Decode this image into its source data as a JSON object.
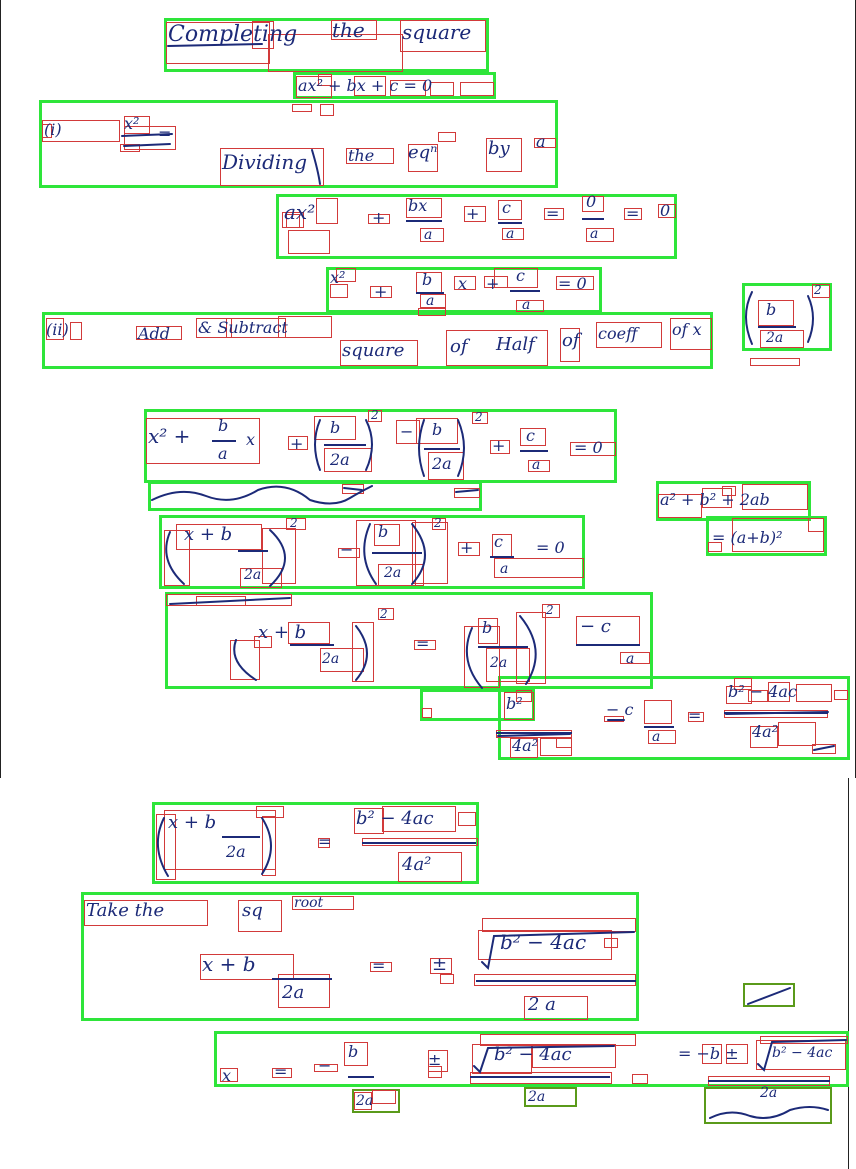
{
  "lines": {
    "title": "Completing the square",
    "general_eq": "ax² + bx + c = 0",
    "step1_label": "(i)",
    "step1_fraction": "x² =",
    "step1_text": "Dividing the eqⁿ by a",
    "divided_eq": "ax² + bx/a + c/a = 0/a = 0",
    "eq_x2": "x² + b/a x + c/a = 0",
    "step2_label": "(ii)",
    "step2_text": "Add & Subtract square of Half of coeff of x",
    "side_term": "(b/2a)²",
    "add_sub_eq": "x² + b/a x + (b/2a)² − (b/2a)² + c/a = 0",
    "side_identity_1": "a² + b² + 2ab",
    "side_identity_2": "= (a+b)²",
    "square_form_1": "(x + b/2a)² − (b/2a)² + c/a = 0",
    "square_form_2": "(x + b/2a)² = (b/2a)² − c/a",
    "combined_rhs": "b² − 4ac / 4a²",
    "final_square": "(x + b/2a)² = b² − 4ac / 4a²",
    "sqrt_label": "Take the sq root",
    "sqrt_eq": "x + b/2a = ± √(b²−4ac) / 2a",
    "formula_1": "x = −b/2a ± √(b²−4ac)/2a",
    "formula_2": "= −b ± √(b²−4ac) / 2a"
  },
  "glyphs": {
    "t1": "Completing",
    "t2": "the",
    "t3": "square",
    "g1": "ax² + bx + c = 0",
    "s1": "(i)",
    "s1f": "x²",
    "s1eq": "=",
    "d1": "Dividing",
    "d2": "the",
    "d3": "eqⁿ",
    "d4": "by",
    "d5": "a",
    "e1": "ax²",
    "e2": "+",
    "e3": "bx",
    "e3d": "a",
    "e4": "+",
    "e5": "c",
    "e5d": "a",
    "e6": "=",
    "e7": "0",
    "e7d": "a",
    "e8": "=",
    "e9": "0",
    "f1": "x²",
    "f2": "+",
    "f3": "b",
    "f3d": "a",
    "f4": "x",
    "f5": "+",
    "f6": "c",
    "f6d": "a",
    "f7": "= 0",
    "a1": "(ii)",
    "a2": "Add",
    "a3": "& Subtract",
    "a4": "square",
    "a5": "of",
    "a6": "Half",
    "a7": "of",
    "a8": "coeff",
    "a9": "of x",
    "sd1": "b",
    "sd1d": "2a",
    "sdp": "2",
    "h1": "x² +",
    "h1b": "b",
    "h1d": "a",
    "h1x": "x",
    "h2": "+",
    "h3": "b",
    "h3d": "2a",
    "h3p": "2",
    "h4": "−",
    "h5": "b",
    "h5d": "2a",
    "h5p": "2",
    "h6": "+",
    "h7": "c",
    "h7d": "a",
    "h8": "= 0",
    "id1": "a² + b² + 2ab",
    "id2": "= (a+b)²",
    "q1": "x + b",
    "q1d": "2a",
    "q1p": "2",
    "q2": "−",
    "q3": "b",
    "q3d": "2a",
    "q3p": "2",
    "q4": "+",
    "q5": "c",
    "q5d": "a",
    "q6": "= 0",
    "r1": "x + b",
    "r1d": "2a",
    "r1p": "2",
    "r2": "=",
    "r3": "b",
    "r3d": "2a",
    "r3p": "2",
    "r4": "− c",
    "r4d": "a",
    "c1": "b²",
    "c2": "− c",
    "c2d": "a",
    "c3": "=",
    "c4": "b² − 4ac",
    "c4d": "4a²",
    "c5": "4a²",
    "k1": "x + b",
    "k1d": "2a",
    "k2": "=",
    "k3": "b² − 4ac",
    "k3d": "4a²",
    "m1": "Take the",
    "m2": "sq",
    "m3": "root",
    "n1": "x + b",
    "n1d": "2a",
    "n2": "=",
    "n3": "±",
    "n4": "b² − 4ac",
    "n4d": "2 a",
    "p1": "x",
    "p2": "=",
    "p3": "−",
    "p4": "b",
    "p4d": "2a",
    "p5": "±",
    "p6": "b² − 4ac",
    "p6d": "2a",
    "p7": "= −b ±",
    "p8": "b² − 4ac",
    "p8d": "2a"
  },
  "colors": {
    "ink": "#1c2a78",
    "line_box": "#2ee53a",
    "word_box": "#d23a3a",
    "side_box": "#5a9a1a"
  }
}
